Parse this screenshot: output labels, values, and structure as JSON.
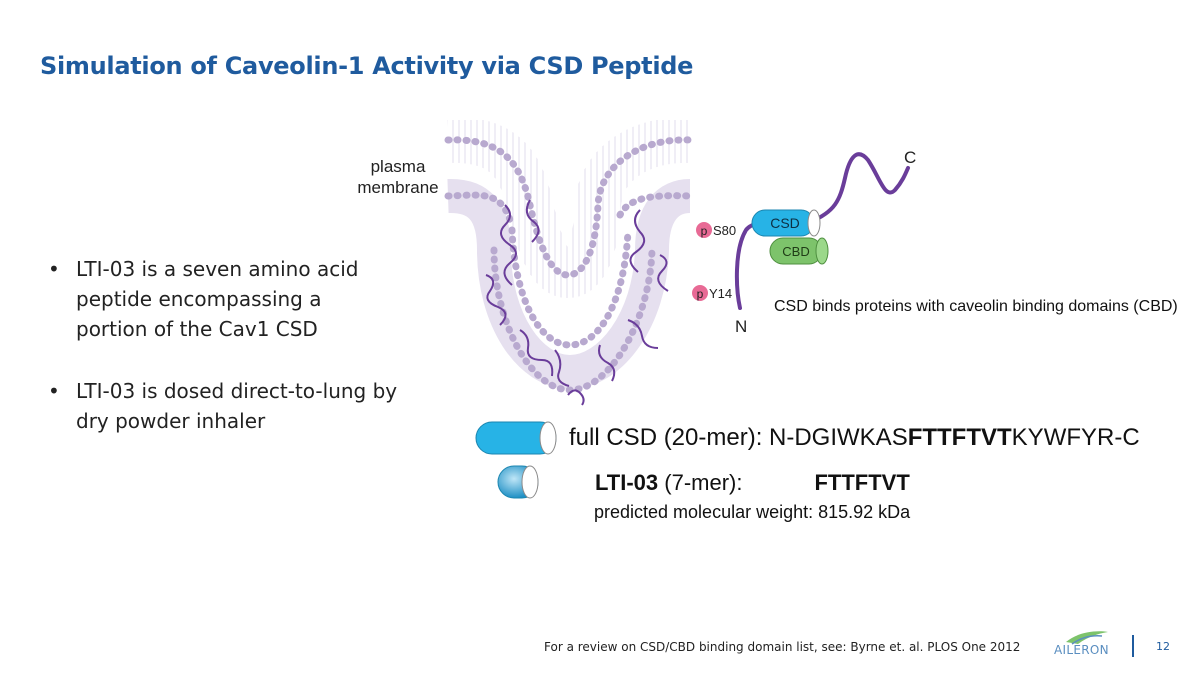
{
  "slide": {
    "title": "Simulation of Caveolin-1 Activity via CSD Peptide",
    "bullets": [
      "LTI-03 is a seven amino acid peptide encompassing a portion of the Cav1 CSD",
      "LTI-03 is dosed direct-to-lung by dry powder inhaler"
    ],
    "bullet_symbol": "•"
  },
  "diagram": {
    "membrane_label_line1": "plasma",
    "membrane_label_line2": "membrane",
    "csd_label": "CSD",
    "cbd_label": "CBD",
    "s80_label": "S80",
    "y14_label": "Y14",
    "phospho_label": "p",
    "n_terminus": "N",
    "c_terminus": "C",
    "caption": "CSD binds proteins with caveolin binding domains (CBD)",
    "colors": {
      "membrane": "#b8a9cf",
      "protein": "#6a3d9a",
      "csd": "#27b3e6",
      "cbd": "#7dc36b",
      "phospho": "#e86a95"
    }
  },
  "sequence": {
    "full_prefix": "full CSD (20-mer): N-DGIWKAS",
    "full_bold": "FTTFTVT",
    "full_suffix": "KYWFYR-C",
    "lti_name": "LTI-03",
    "lti_mer": " (7-mer):",
    "lti_seq": "FTTFTVT",
    "mw_line": "predicted molecular weight: 815.92 kDa"
  },
  "footer": {
    "note": "For a review on CSD/CBD binding domain list, see: Byrne et. al. PLOS One 2012",
    "logo_text": "AILERON",
    "page_number": "12"
  }
}
